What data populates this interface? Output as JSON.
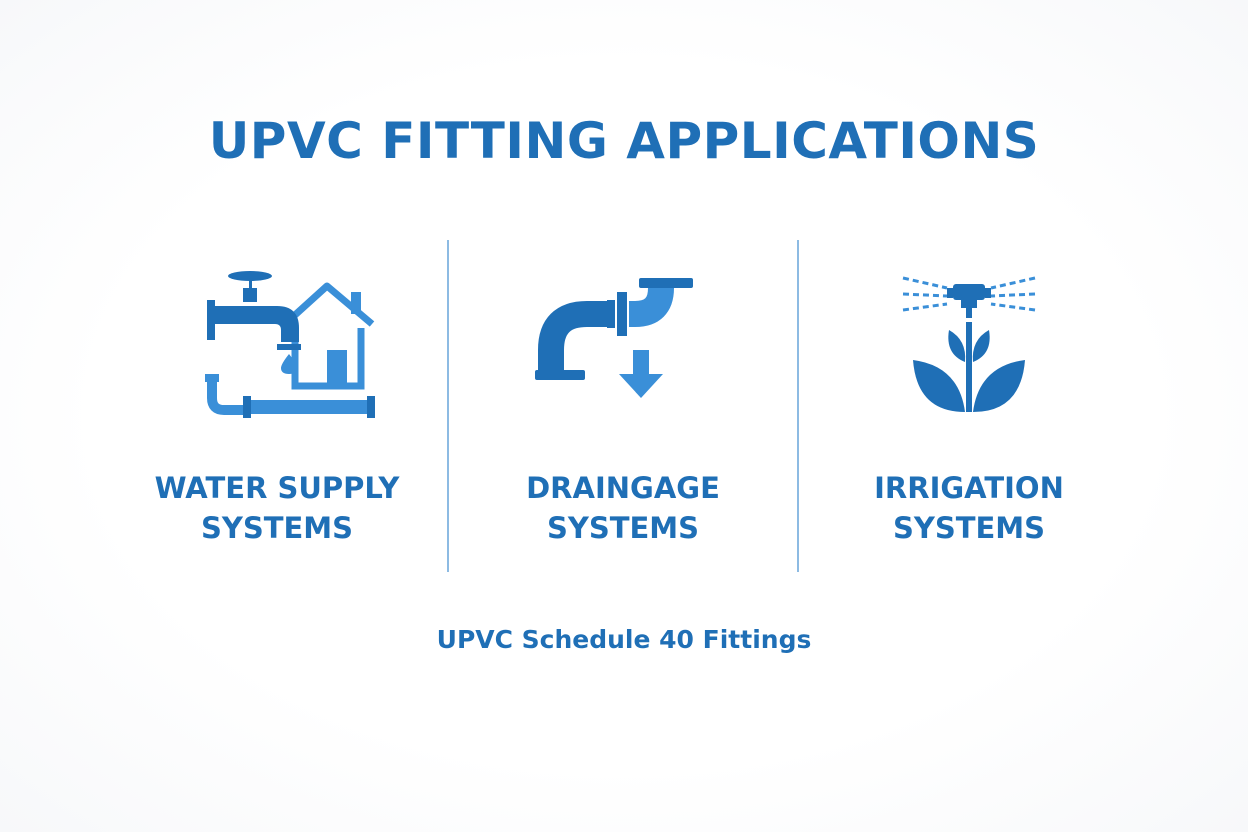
{
  "title": "UPVC FITTING APPLICATIONS",
  "subtitle": "UPVC Schedule 40 Fittings",
  "colors": {
    "primary": "#1f6fb6",
    "accent": "#3a8fd8",
    "divider": "#8dbbe3"
  },
  "applications": [
    {
      "icon": "water-supply-icon",
      "line1": "WATER SUPPLY",
      "line2": "SYSTEMS"
    },
    {
      "icon": "drainage-icon",
      "line1": "DRAINGAGE",
      "line2": "SYSTEMS"
    },
    {
      "icon": "irrigation-icon",
      "line1": "IRRIGATION",
      "line2": "SYSTEMS"
    }
  ]
}
